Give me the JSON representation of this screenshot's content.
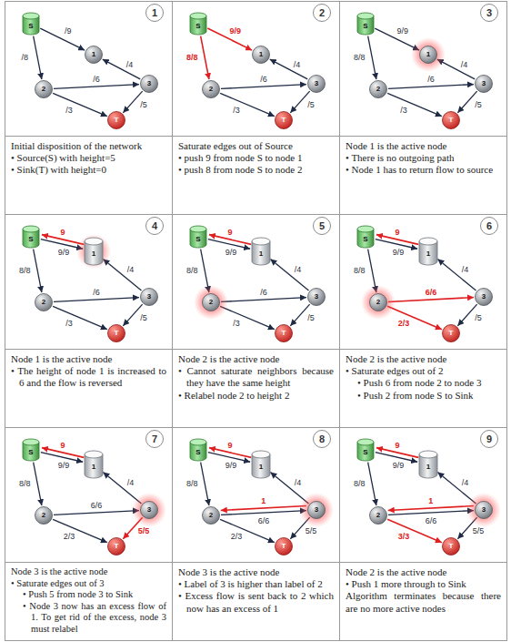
{
  "diagram": {
    "nodes": [
      {
        "text": [
          "Initial disposition of the network",
          "• Source(S) with height=5",
          "• Sink(T) with height=0"
        ]
      },
      {
        "text": [
          "1"
        ],
        "in": 0
      },
      {
        "text": [
          "S"
        ],
        "in": 0
      },
      {
        "text": [
          "1"
        ],
        "in": 0
      },
      {
        "text": [
          "2"
        ],
        "in": 0
      },
      {
        "text": [
          "3"
        ],
        "in": 0
      },
      {
        "text": [
          "T"
        ],
        "in": 0
      },
      {
        "text": [
          "Saturate edges out of Source",
          "• push 9 from node S to node 1",
          "• push 8 from node S to node 2"
        ]
      },
      {
        "text": [
          "2"
        ],
        "in": 7
      },
      {
        "text": [
          "S"
        ],
        "in": 7
      },
      {
        "text": [
          "1"
        ],
        "in": 7
      },
      {
        "text": [
          "2"
        ],
        "in": 7
      },
      {
        "text": [
          "3"
        ],
        "in": 7
      },
      {
        "text": [
          "T"
        ],
        "in": 7
      },
      {
        "text": [
          "Node 1 is the active node",
          "• There is no outgoing path",
          "• Node 1 has to return flow to source"
        ]
      },
      {
        "text": [
          "3"
        ],
        "in": 14
      },
      {
        "text": [
          "S"
        ],
        "in": 14
      },
      {
        "text": [
          "1"
        ],
        "in": 14
      },
      {
        "text": [
          "2"
        ],
        "in": 14
      },
      {
        "text": [
          "3"
        ],
        "in": 14
      },
      {
        "text": [
          "T"
        ],
        "in": 14
      },
      {
        "text": [
          "Node 1 is the active node",
          "• The height of node 1 is increased to 6 and the flow is reversed"
        ]
      },
      {
        "text": [
          "4"
        ],
        "in": 21
      },
      {
        "text": [
          "S"
        ],
        "in": 21
      },
      {
        "text": [
          "1"
        ],
        "in": 21
      },
      {
        "text": [
          "2"
        ],
        "in": 21
      },
      {
        "text": [
          "3"
        ],
        "in": 21
      },
      {
        "text": [
          "T"
        ],
        "in": 21
      },
      {
        "text": [
          "Node 2 is the active node",
          "• Cannot saturate neighbors because they have the same height",
          "• Relabel node 2 to height 2"
        ]
      },
      {
        "text": [
          "5"
        ],
        "in": 28
      },
      {
        "text": [
          "S"
        ],
        "in": 28
      },
      {
        "text": [
          "1"
        ],
        "in": 28
      },
      {
        "text": [
          "2"
        ],
        "in": 28
      },
      {
        "text": [
          "3"
        ],
        "in": 28
      },
      {
        "text": [
          "T"
        ],
        "in": 28
      },
      {
        "text": [
          "Node 2 is the active node",
          "• Saturate edges out of 2",
          "• Push 6 from node 2 to node 3",
          "• Push 2 from node S to Sink"
        ]
      },
      {
        "text": [
          "6"
        ],
        "in": 35
      },
      {
        "text": [
          "S"
        ],
        "in": 35
      },
      {
        "text": [
          "1"
        ],
        "in": 35
      },
      {
        "text": [
          "2"
        ],
        "in": 35
      },
      {
        "text": [
          "3"
        ],
        "in": 35
      },
      {
        "text": [
          "T"
        ],
        "in": 35
      },
      {
        "text": [
          "Node 3 is the active node",
          "• Saturate edges out of 3",
          "• Push 5 from node 3 to Sink",
          "• Node 3 now has an excess flow of 1. To get rid of the excess, node 3 must relabel"
        ]
      },
      {
        "text": [
          "7"
        ],
        "in": 42
      },
      {
        "text": [
          "S"
        ],
        "in": 42
      },
      {
        "text": [
          "1"
        ],
        "in": 42
      },
      {
        "text": [
          "2"
        ],
        "in": 42
      },
      {
        "text": [
          "3"
        ],
        "in": 42
      },
      {
        "text": [
          "T"
        ],
        "in": 42
      },
      {
        "text": [
          "Node 3 is the active node",
          "• Label of 3 is higher than label of 2",
          "• Excess flow is sent back to 2 which now has an excess of 1"
        ]
      },
      {
        "text": [
          "8"
        ],
        "in": 49
      },
      {
        "text": [
          "S"
        ],
        "in": 49
      },
      {
        "text": [
          "1"
        ],
        "in": 49
      },
      {
        "text": [
          "2"
        ],
        "in": 49
      },
      {
        "text": [
          "3"
        ],
        "in": 49
      },
      {
        "text": [
          "T"
        ],
        "in": 49
      },
      {
        "text": [
          "Node 2 is the active node",
          "• Push 1 more through to Sink",
          "Algorithm terminates because there are no more active nodes"
        ]
      },
      {
        "text": [
          "9"
        ],
        "in": 56
      },
      {
        "text": [
          "S"
        ],
        "in": 56
      },
      {
        "text": [
          "1"
        ],
        "in": 56
      },
      {
        "text": [
          "2"
        ],
        "in": 56
      },
      {
        "text": [
          "3"
        ],
        "in": 56
      },
      {
        "text": [
          "T"
        ],
        "in": 56
      }
    ],
    "edges": [
      {
        "from": 2,
        "to": 3,
        "label": "/9",
        "arrow": "to"
      },
      {
        "from": 2,
        "to": 4,
        "label": "/8",
        "arrow": "to"
      },
      {
        "from": 4,
        "to": 5,
        "label": "/6",
        "arrow": "to"
      },
      {
        "from": 5,
        "to": 3,
        "label": "/4",
        "arrow": "to"
      },
      {
        "from": 4,
        "to": 6,
        "label": "/3",
        "arrow": "to"
      },
      {
        "from": 5,
        "to": 6,
        "label": "/5",
        "arrow": "to"
      },
      {
        "from": 9,
        "to": 10,
        "label": "9/9",
        "arrow": "to"
      },
      {
        "from": 9,
        "to": 11,
        "label": "8/8",
        "arrow": "to"
      },
      {
        "from": 11,
        "to": 12,
        "label": "/6",
        "arrow": "to"
      },
      {
        "from": 12,
        "to": 10,
        "label": "/4",
        "arrow": "to"
      },
      {
        "from": 11,
        "to": 13,
        "label": "/3",
        "arrow": "to"
      },
      {
        "from": 12,
        "to": 13,
        "label": "/5",
        "arrow": "to"
      },
      {
        "from": 16,
        "to": 17,
        "label": "9/9",
        "arrow": "to"
      },
      {
        "from": 16,
        "to": 18,
        "label": "8/8",
        "arrow": "to"
      },
      {
        "from": 18,
        "to": 19,
        "label": "/6",
        "arrow": "to"
      },
      {
        "from": 19,
        "to": 17,
        "label": "/4",
        "arrow": "to"
      },
      {
        "from": 18,
        "to": 20,
        "label": "/3",
        "arrow": "to"
      },
      {
        "from": 19,
        "to": 20,
        "label": "/5",
        "arrow": "to"
      },
      {
        "from": 24,
        "to": 23,
        "label": "9",
        "arrow": "to"
      },
      {
        "from": 23,
        "to": 24,
        "label": "9/9",
        "arrow": "to"
      },
      {
        "from": 23,
        "to": 25,
        "label": "8/8",
        "arrow": "to"
      },
      {
        "from": 25,
        "to": 26,
        "label": "/6",
        "arrow": "to"
      },
      {
        "from": 26,
        "to": 24,
        "label": "/4",
        "arrow": "to"
      },
      {
        "from": 25,
        "to": 27,
        "label": "/3",
        "arrow": "to"
      },
      {
        "from": 26,
        "to": 27,
        "label": "/5",
        "arrow": "to"
      },
      {
        "from": 31,
        "to": 30,
        "label": "9",
        "arrow": "to"
      },
      {
        "from": 30,
        "to": 31,
        "label": "9/9",
        "arrow": "to"
      },
      {
        "from": 30,
        "to": 32,
        "label": "8/8",
        "arrow": "to"
      },
      {
        "from": 32,
        "to": 33,
        "label": "/6",
        "arrow": "to"
      },
      {
        "from": 33,
        "to": 31,
        "label": "/4",
        "arrow": "to"
      },
      {
        "from": 32,
        "to": 34,
        "label": "/3",
        "arrow": "to"
      },
      {
        "from": 33,
        "to": 34,
        "label": "/5",
        "arrow": "to"
      },
      {
        "from": 38,
        "to": 37,
        "label": "9",
        "arrow": "to"
      },
      {
        "from": 37,
        "to": 38,
        "label": "9/9",
        "arrow": "to"
      },
      {
        "from": 37,
        "to": 39,
        "label": "8/8",
        "arrow": "to"
      },
      {
        "from": 39,
        "to": 40,
        "label": "6/6",
        "arrow": "to"
      },
      {
        "from": 40,
        "to": 38,
        "label": "/4",
        "arrow": "to"
      },
      {
        "from": 39,
        "to": 41,
        "label": "2/3",
        "arrow": "to"
      },
      {
        "from": 40,
        "to": 41,
        "label": "/5",
        "arrow": "to"
      },
      {
        "from": 45,
        "to": 44,
        "label": "9",
        "arrow": "to"
      },
      {
        "from": 44,
        "to": 45,
        "label": "9/9",
        "arrow": "to"
      },
      {
        "from": 44,
        "to": 46,
        "label": "8/8",
        "arrow": "to"
      },
      {
        "from": 46,
        "to": 47,
        "label": "6/6",
        "arrow": "to"
      },
      {
        "from": 47,
        "to": 45,
        "label": "/4",
        "arrow": "to"
      },
      {
        "from": 46,
        "to": 48,
        "label": "2/3",
        "arrow": "to"
      },
      {
        "from": 47,
        "to": 48,
        "label": "5/5",
        "arrow": "to"
      },
      {
        "from": 52,
        "to": 51,
        "label": "9",
        "arrow": "to"
      },
      {
        "from": 51,
        "to": 52,
        "label": "9/9",
        "arrow": "to"
      },
      {
        "from": 51,
        "to": 53,
        "label": "8/8",
        "arrow": "to"
      },
      {
        "from": 53,
        "to": 54,
        "label": "6/6",
        "arrow": "to"
      },
      {
        "from": 54,
        "to": 52,
        "label": "/4",
        "arrow": "to"
      },
      {
        "from": 53,
        "to": 55,
        "label": "2/3",
        "arrow": "to"
      },
      {
        "from": 54,
        "to": 55,
        "label": "5/5",
        "arrow": "to"
      },
      {
        "from": 54,
        "to": 53,
        "label": "1",
        "arrow": "to"
      },
      {
        "from": 59,
        "to": 58,
        "label": "9",
        "arrow": "to"
      },
      {
        "from": 58,
        "to": 59,
        "label": "9/9",
        "arrow": "to"
      },
      {
        "from": 58,
        "to": 60,
        "label": "8/8",
        "arrow": "to"
      },
      {
        "from": 60,
        "to": 61,
        "label": "6/6",
        "arrow": "to"
      },
      {
        "from": 61,
        "to": 59,
        "label": "/4",
        "arrow": "to"
      },
      {
        "from": 60,
        "to": 62,
        "label": "3/3",
        "arrow": "to"
      },
      {
        "from": 61,
        "to": 62,
        "label": "5/5",
        "arrow": "to"
      },
      {
        "from": 61,
        "to": 60,
        "label": "1",
        "arrow": "to"
      }
    ]
  }
}
